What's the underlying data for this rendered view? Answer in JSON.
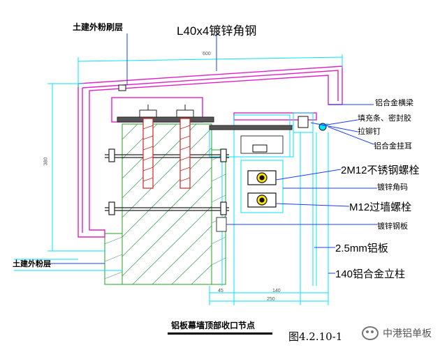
{
  "labels": {
    "top_left": "土建外粉刷层",
    "top_center": "L40x4镀锌角钢",
    "right": [
      "铝合金横梁",
      "填充条、密封胶",
      "拉铆钉",
      "铝合金挂耳",
      "2M12不锈钢螺栓",
      "镀锌角码",
      "M12过墙螺栓",
      "镀锌钢板",
      "2.5mm铝板",
      "140铝合金立柱"
    ],
    "bottom_left": "土建外粉层"
  },
  "dimensions": {
    "top_width": "600",
    "left_height": "380",
    "bottom_a": "45",
    "bottom_b": "140",
    "bottom_c": "250"
  },
  "caption": "铝板幕墙顶部收口节点",
  "figure_number": "图4.2.10-1",
  "watermark": "中港铝单板",
  "colors": {
    "cad_line": "#00e5ff",
    "aluminum": "#e020c8",
    "bolt": "#d42020",
    "steel": "#3a3a3a",
    "hatch": "#20a020",
    "leader": "#1a3cff"
  }
}
